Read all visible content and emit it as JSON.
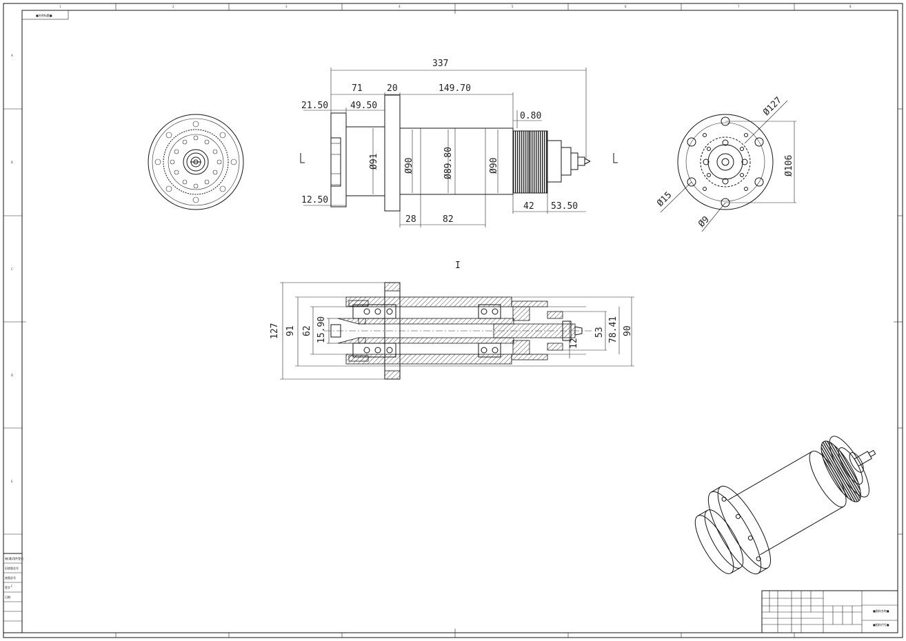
{
  "header_tag": "■名称标题■",
  "zone_cols": [
    "1",
    "2",
    "3",
    "4",
    "5",
    "6",
    "7",
    "8"
  ],
  "zone_rows": [
    "A",
    "B",
    "C",
    "D",
    "E",
    "F"
  ],
  "side_view": {
    "dims": {
      "overall": "337",
      "d71": "71",
      "d20": "20",
      "d149": "149.70",
      "d21": "21.50",
      "d49": "49.50",
      "d080": "0.80",
      "dia91": "Ø91",
      "dia90a": "Ø90",
      "dia8980": "Ø89.80",
      "dia90b": "Ø90",
      "d1250": "12.50",
      "d28": "28",
      "d82": "82",
      "d42": "42",
      "d5350": "53.50"
    }
  },
  "end_view": {
    "dims": {
      "dia127": "Ø127",
      "dia106": "Ø106",
      "dia15": "Ø15",
      "dia9": "Ø9"
    }
  },
  "section_view": {
    "label": "I",
    "dims": {
      "d127": "127",
      "d91": "91",
      "d62": "62",
      "d1590": "15.90",
      "d53": "53",
      "d7841": "78.41",
      "d90": "90",
      "d12": "12"
    }
  },
  "title_block": {
    "name1": "■图样名称■",
    "name2": "■图样代号■"
  },
  "left_block": [
    "借(通)用件登记",
    "旧底图总号",
    "底图总号",
    "签字",
    "日期",
    "",
    "",
    ""
  ]
}
